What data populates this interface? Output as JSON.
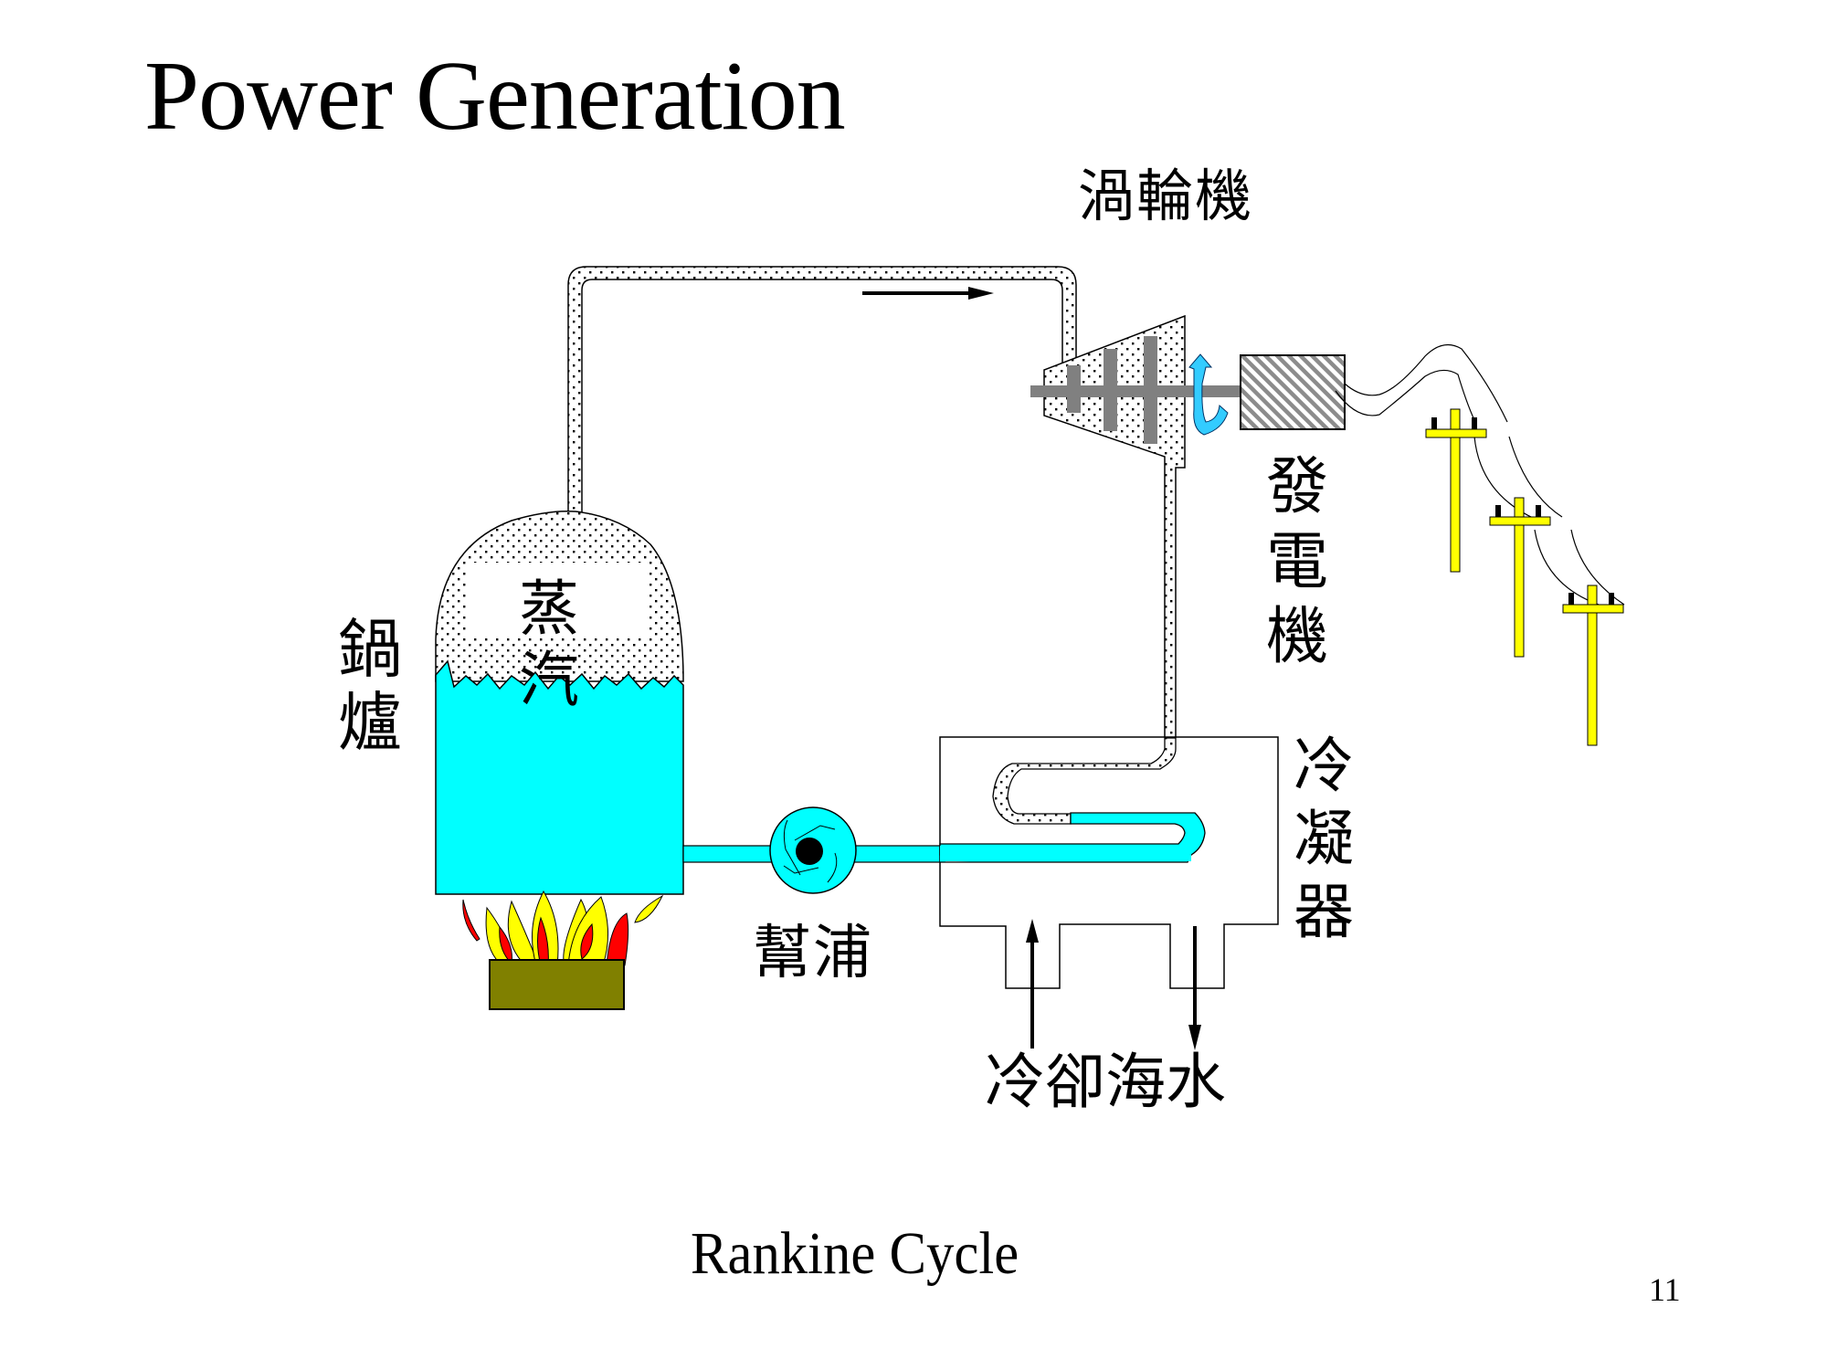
{
  "slide": {
    "title": "Power Generation",
    "caption": "Rankine Cycle",
    "page_number": "11"
  },
  "labels": {
    "turbine": "渦輪機",
    "generator": [
      "發",
      "電",
      "機"
    ],
    "boiler": [
      "鍋",
      "爐"
    ],
    "steam": [
      "蒸",
      "汽"
    ],
    "pump": "幫浦",
    "condenser": [
      "冷",
      "凝",
      "器"
    ],
    "cooling_seawater": "冷卻海水"
  },
  "colors": {
    "water": "#00ffff",
    "shaft": "#808080",
    "pole": "#ffff00",
    "flame_outer": "#ffff00",
    "flame_inner": "#ff0000",
    "burner": "#808000",
    "rotation_arrow": "#33ccff"
  }
}
